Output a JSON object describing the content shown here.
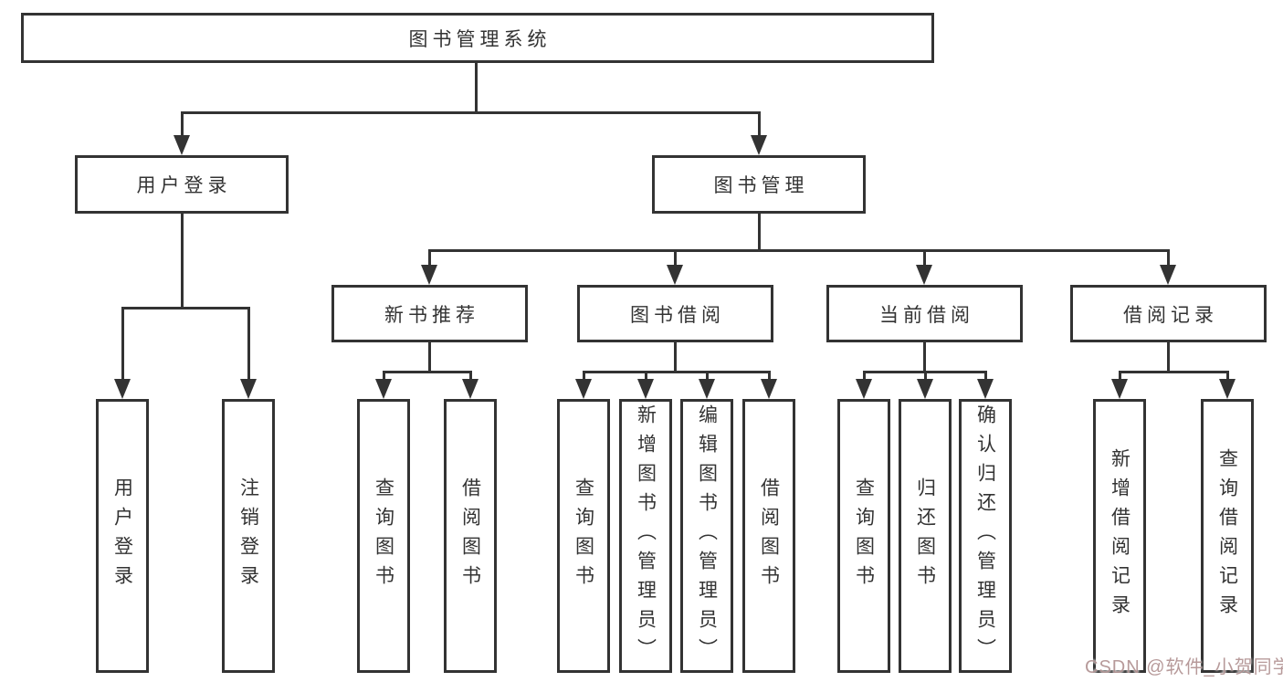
{
  "diagram": {
    "root": {
      "label": "图书管理系统"
    },
    "level2": [
      {
        "label": "用户登录"
      },
      {
        "label": "图书管理"
      }
    ],
    "level3": [
      {
        "label": "新书推荐"
      },
      {
        "label": "图书借阅"
      },
      {
        "label": "当前借阅"
      },
      {
        "label": "借阅记录"
      }
    ],
    "leaves": {
      "user_login": [
        "用户登录",
        "注销登录"
      ],
      "new_book": [
        "查询图书",
        "借阅图书"
      ],
      "book_borrow": [
        "查询图书",
        "新增图书（管理员）",
        "编辑图书（管理员）",
        "借阅图书"
      ],
      "current_borrow": [
        "查询图书",
        "归还图书",
        "确认归还（管理员）"
      ],
      "borrow_record": [
        "新增借阅记录",
        "查询借阅记录"
      ]
    }
  },
  "watermark": {
    "text": "CSDN @软件_小贺同学"
  },
  "colors": {
    "line": "#333333",
    "background": "#ffffff",
    "watermark": "#b49595"
  }
}
